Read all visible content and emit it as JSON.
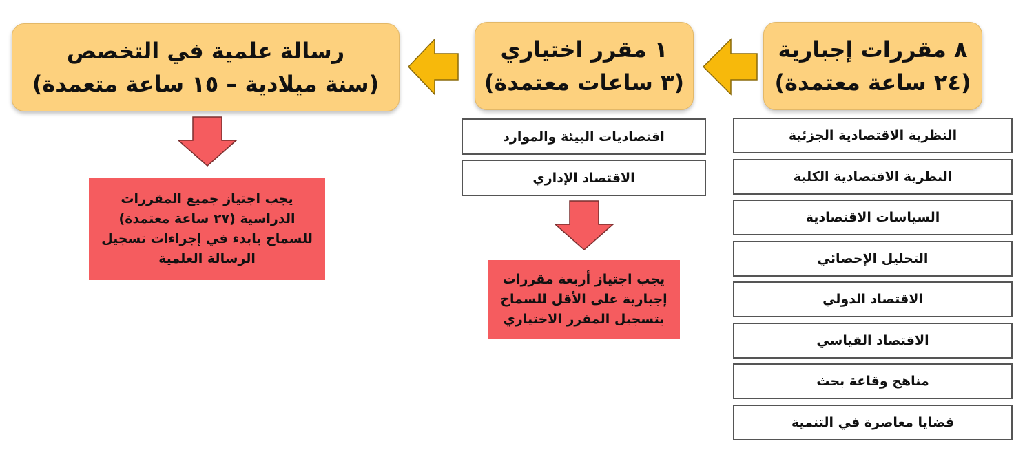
{
  "headers": {
    "mandatory": {
      "line1": "٨ مقررات إجبارية",
      "line2": "(٢٤ ساعة معتمدة)"
    },
    "elective": {
      "line1": "١ مقرر اختياري",
      "line2": "(٣ ساعات معتمدة)"
    },
    "thesis": {
      "line1": "رسالة علمية في التخصص",
      "line2": "(سنة ميلادية – ١٥ ساعة متعمدة)"
    }
  },
  "mandatory_courses": [
    "النظرية الاقتصادية الجزئية",
    "النظرية الاقتصادية الكلية",
    "السياسات الاقتصادية",
    "التحليل الإحصائي",
    "الاقتصاد الدولي",
    "الاقتصاد القياسي",
    "مناهج وقاعة بحث",
    "قضايا معاصرة في التنمية"
  ],
  "elective_courses": [
    "اقتصاديات البيئة والموارد",
    "الاقتصاد الإداري"
  ],
  "notes": {
    "elective": [
      "يجب اجتياز أربعة مقررات",
      "إجبارية على الأقل للسماح",
      "بتسجيل المقرر الاختياري"
    ],
    "thesis": [
      "يجب اجتياز جميع المقررات",
      "الدراسية (٢٧ ساعة معتمدة)",
      "للسماح بابدء في إجراءات تسجيل",
      "الرسالة العلمية"
    ]
  },
  "colors": {
    "header_fill": "#fdd17e",
    "left_arrow_fill": "#f7b90b",
    "down_arrow_fill": "#f55c5f",
    "note_fill": "#f55c5f"
  }
}
